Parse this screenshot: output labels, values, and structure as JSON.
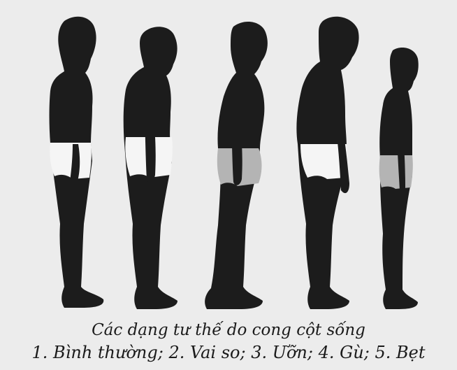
{
  "caption": {
    "title": "Các dạng tư thế do cong cột sống",
    "list": "1. Bình thường; 2. Vai so; 3. Ưỡn; 4. Gù; 5. Bẹt"
  },
  "figures": [
    {
      "id": "figure-1"
    },
    {
      "id": "figure-2"
    },
    {
      "id": "figure-3"
    },
    {
      "id": "figure-4"
    },
    {
      "id": "figure-5"
    }
  ],
  "colors": {
    "background": "#ececec",
    "silhouette": "#1c1c1c",
    "briefs_white": "#f5f5f5",
    "briefs_gray": "#b4b4b4"
  }
}
